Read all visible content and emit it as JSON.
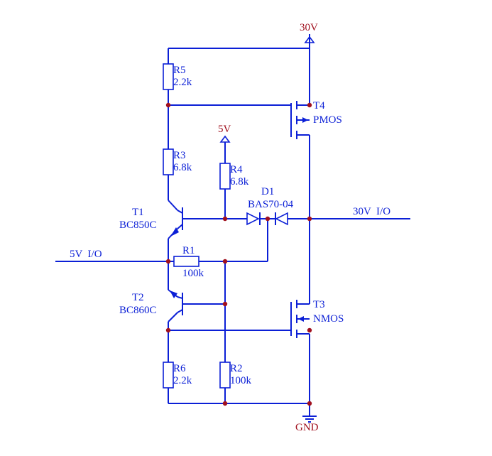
{
  "rails": {
    "v30": "30V",
    "v5": "5V",
    "gnd": "GND"
  },
  "nets": {
    "io_5v": "5V  I/O",
    "io_30v": "30V  I/O"
  },
  "parts": {
    "R5": {
      "ref": "R5",
      "value": "2.2k"
    },
    "R3": {
      "ref": "R3",
      "value": "6.8k"
    },
    "R4": {
      "ref": "R4",
      "value": "6.8k"
    },
    "R1": {
      "ref": "R1",
      "value": "100k"
    },
    "R6": {
      "ref": "R6",
      "value": "2.2k"
    },
    "R2": {
      "ref": "R2",
      "value": "100k"
    },
    "T1": {
      "ref": "T1",
      "value": "BC850C"
    },
    "T2": {
      "ref": "T2",
      "value": "BC860C"
    },
    "T3": {
      "ref": "T3",
      "value": "NMOS"
    },
    "T4": {
      "ref": "T4",
      "value": "PMOS"
    },
    "D1": {
      "ref": "D1",
      "value": "BAS70-04"
    }
  },
  "colors": {
    "wire": "#0b1fd6",
    "junction": "#a0101e",
    "power_label": "#a0101e"
  }
}
